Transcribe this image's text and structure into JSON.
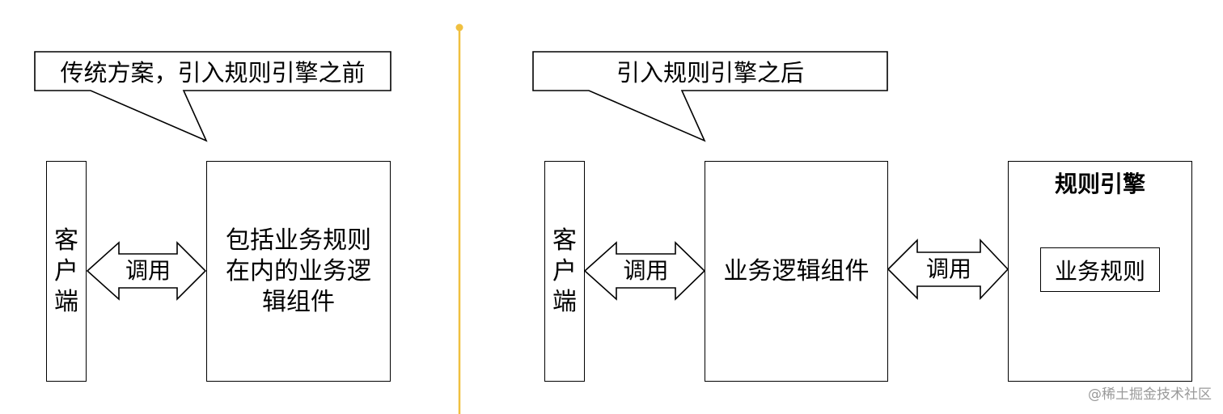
{
  "left": {
    "callout": "传统方案，引入规则引擎之前",
    "client": [
      "客",
      "户",
      "端"
    ],
    "arrow_label": "调用",
    "component_lines": [
      "包括业务规则",
      "在内的业务逻",
      "辑组件"
    ]
  },
  "right": {
    "callout": "引入规则引擎之后",
    "client": [
      "客",
      "户",
      "端"
    ],
    "arrow1_label": "调用",
    "component": "业务逻辑组件",
    "arrow2_label": "调用",
    "engine_title": "规则引擎",
    "engine_rules": "业务规则"
  },
  "watermark": "@稀土掘金技术社区",
  "colors": {
    "divider": "#f0c040",
    "stroke": "#000000",
    "watermark": "#9a9a9a"
  }
}
